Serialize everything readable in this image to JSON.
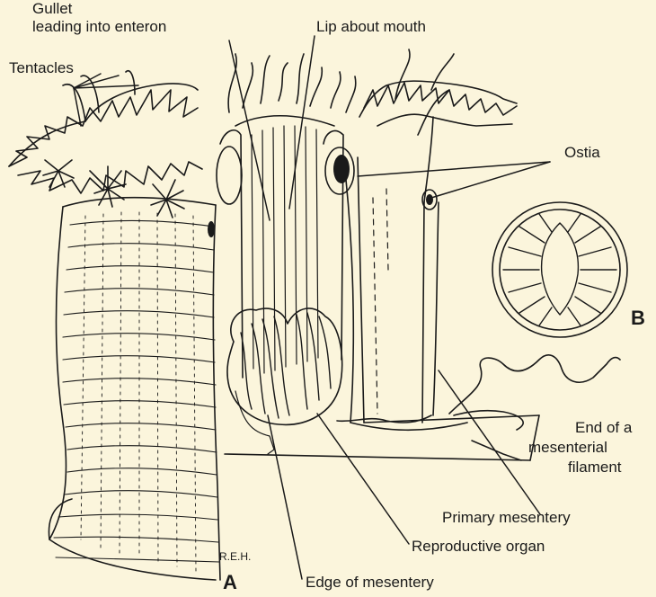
{
  "labels": {
    "gullet_line1": "Gullet",
    "gullet_line2": "leading into enteron",
    "lip": "Lip about mouth",
    "tentacles": "Tentacles",
    "ostia": "Ostia",
    "end_line1": "End of a",
    "end_line2": "mesenterial",
    "end_line3": "filament",
    "primary": "Primary mesentery",
    "reproductive": "Reproductive organ",
    "edge": "Edge of mesentery",
    "signature": "R.E.H.",
    "panel_a": "A",
    "panel_b": "B"
  },
  "colors": {
    "ink": "#1a1a1a",
    "paper": "#fbf5dc"
  }
}
